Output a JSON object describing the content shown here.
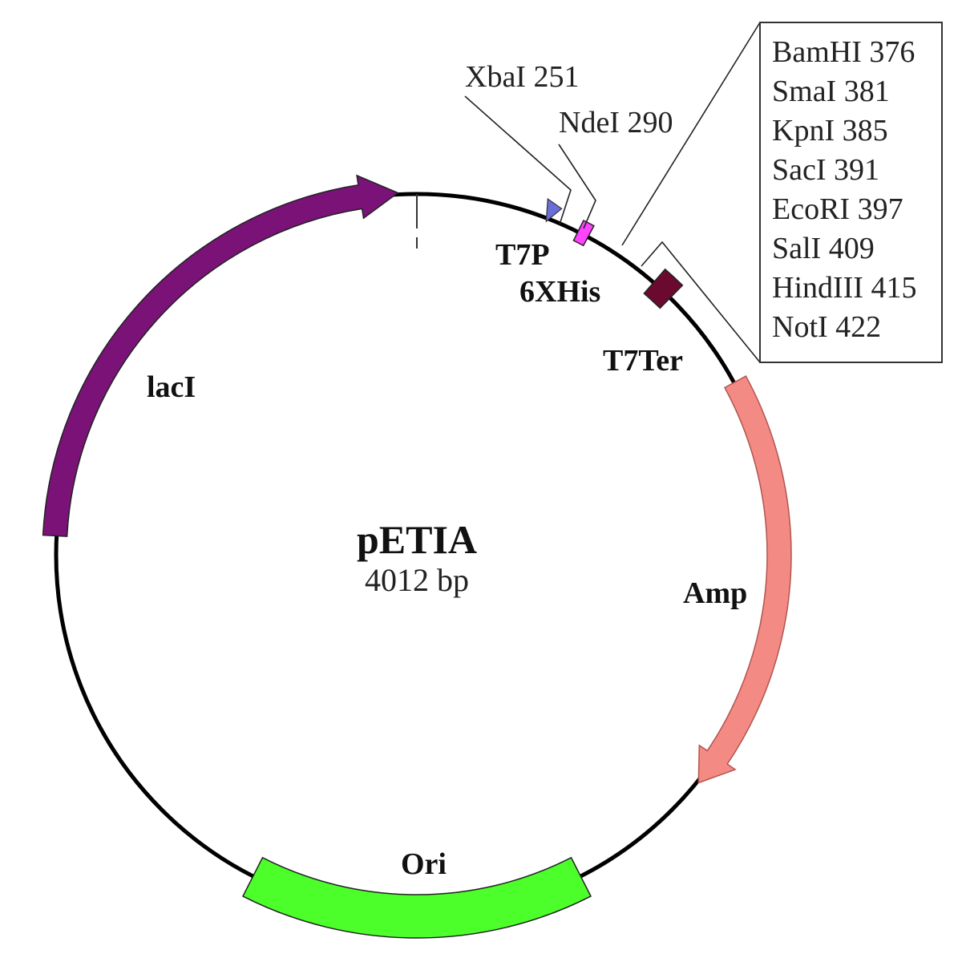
{
  "plasmid": {
    "name": "pETIA",
    "size_label": "4012 bp"
  },
  "features": {
    "lacI": {
      "label": "lacI",
      "color": "#7a1278"
    },
    "t7p": {
      "label": "T7P",
      "color": "#6a6fd8"
    },
    "his": {
      "label": "6XHis",
      "color": "#ff44ff"
    },
    "t7ter": {
      "label": "T7Ter",
      "color": "#6b0a2e"
    },
    "amp": {
      "label": "Amp",
      "color": "#f48a84"
    },
    "ori": {
      "label": "Ori",
      "color": "#4cff2a"
    }
  },
  "sites": {
    "xbai": "XbaI 251",
    "ndei": "NdeI 290"
  },
  "mcs_box": {
    "sites": [
      "BamHI 376",
      "SmaI 381",
      "KpnI 385",
      "SacI 391",
      "EcoRI 397",
      "SalI 409",
      "HindIII 415",
      "NotI 422"
    ]
  }
}
